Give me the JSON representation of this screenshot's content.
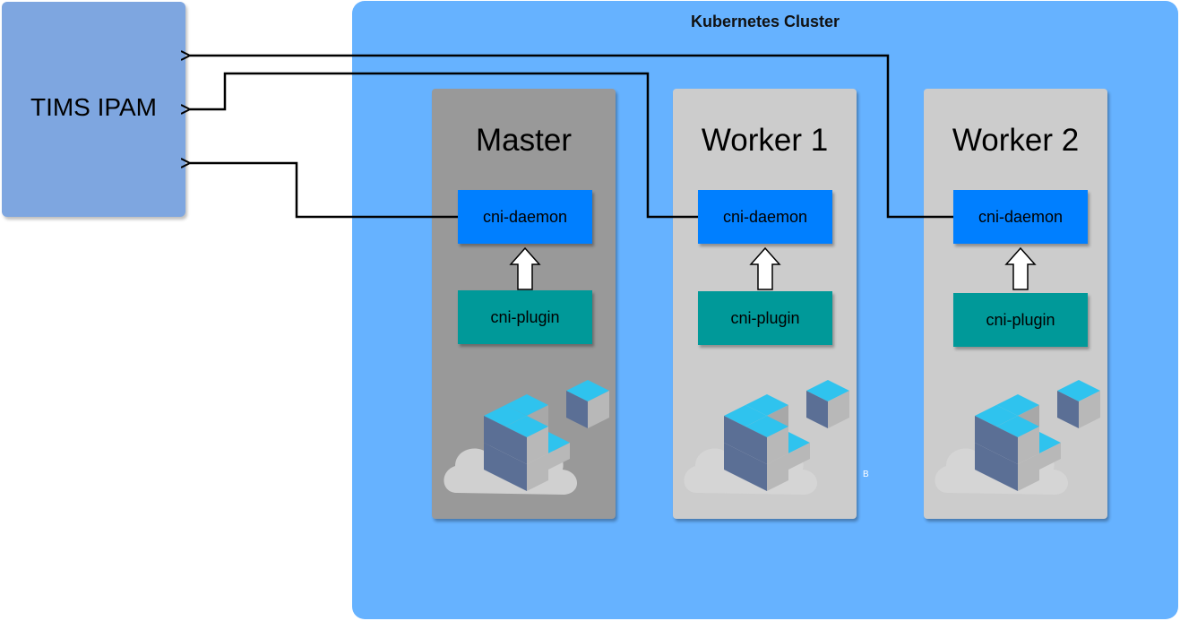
{
  "ipam": {
    "label": "TIMS IPAM"
  },
  "cluster": {
    "title": "Kubernetes Cluster"
  },
  "nodes": [
    {
      "title": "Master",
      "daemon": "cni-daemon",
      "plugin": "cni-plugin"
    },
    {
      "title": "Worker 1",
      "daemon": "cni-daemon",
      "plugin": "cni-plugin"
    },
    {
      "title": "Worker 2",
      "daemon": "cni-daemon",
      "plugin": "cni-plugin"
    }
  ],
  "stray_label": "B",
  "colors": {
    "ipam": "#7ea6e0",
    "cluster": "#66b2ff",
    "master": "#999999",
    "worker": "#cccccc",
    "daemon": "#007fff",
    "plugin": "#009999"
  },
  "icons": [
    "kubernetes-cluster-cloud-icon"
  ]
}
